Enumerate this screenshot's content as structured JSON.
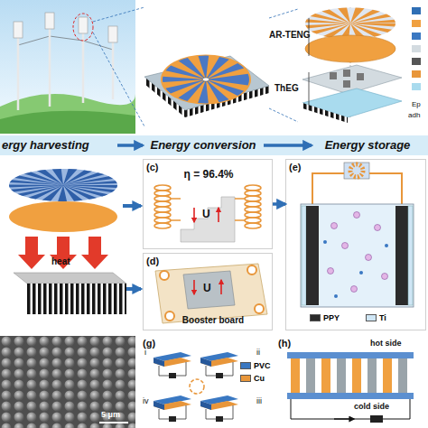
{
  "diagram": {
    "nodes": [
      {
        "text": [
          "ergy harvesting"
        ]
      },
      {
        "text": [
          "Energy conversion"
        ]
      },
      {
        "text": [
          "Energy storage"
        ]
      },
      {
        "text": [
          "(c)",
          "η = 96.4%"
        ]
      },
      {
        "text": [
          "(d)",
          "Booster board"
        ]
      },
      {
        "text": [
          "(e)"
        ]
      },
      {
        "text": [
          "(g)"
        ]
      },
      {
        "text": [
          "(h)"
        ]
      }
    ],
    "edges": [
      {
        "from": 0,
        "to": 1,
        "arrow": "to"
      },
      {
        "from": 1,
        "to": 2,
        "arrow": "to"
      },
      {
        "from": 3,
        "to": 5,
        "arrow": "to"
      }
    ],
    "labels": [
      "AR-TENG",
      "ThEG",
      "Ep",
      "adh",
      "heat",
      "U",
      "U",
      "5 μm",
      "i",
      "ii",
      "iii",
      "iv",
      "hot side",
      "cold side"
    ],
    "legend": [
      {
        "text": "PPY",
        "color": "#2b2b2b"
      },
      {
        "text": "Ti",
        "color": "#cfe6f5"
      },
      {
        "text": "PVC",
        "color": "#3a78c2"
      },
      {
        "text": "Cu",
        "color": "#e8963a"
      }
    ]
  }
}
